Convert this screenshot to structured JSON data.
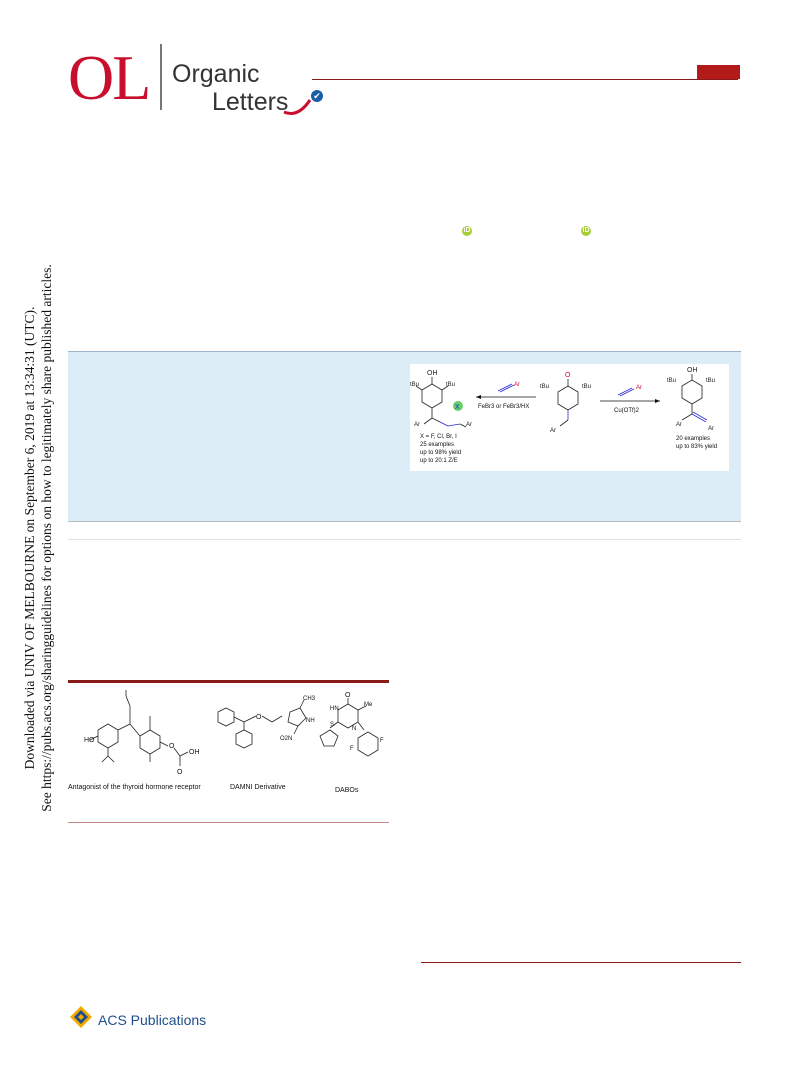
{
  "header": {
    "logo_text": "OL",
    "journal_line1": "Organic",
    "journal_line2": "Letters",
    "check_symbol": "✔"
  },
  "orcid_symbol": "iD",
  "sidebar": {
    "line1": "Downloaded via UNIV OF MELBOURNE on September 6, 2019 at 13:34:31 (UTC).",
    "line2": "See https://pubs.acs.org/sharingguidelines for options on how to legitimately share published articles."
  },
  "toc": {
    "left_substituent_label": "X = F, Cl, Br, I",
    "left_examples": "25 examples",
    "left_yield": "up to 98% yield",
    "left_ratio": "up to 20:1 Z/E",
    "left_reagent": "FeBr3 or FeBr3/HX",
    "right_reagent": "Cu(OTf)2",
    "right_examples": "20 examples",
    "right_yield": "up to 83% yield",
    "alkyne_label": "Ar",
    "oh_label": "OH",
    "o_label": "O",
    "tbu_label": "tBu",
    "x_label": "X"
  },
  "figure": {
    "caption1": "Antagonist of the thyroid hormone receptor",
    "caption2": "DAMNI Derivative",
    "caption3": "DABOs",
    "labels": {
      "ho": "HO",
      "oh": "OH",
      "o": "O",
      "ch3": "CH3",
      "nh": "NH",
      "no2": "O2N",
      "hn": "HN",
      "n": "N",
      "s": "S",
      "me": "Me",
      "f": "F"
    }
  },
  "footer": {
    "publisher": "ACS Publications"
  },
  "colors": {
    "brand_red": "#c8102e",
    "panel_blue": "#dcedf8",
    "orcid_green": "#a6ce39"
  }
}
